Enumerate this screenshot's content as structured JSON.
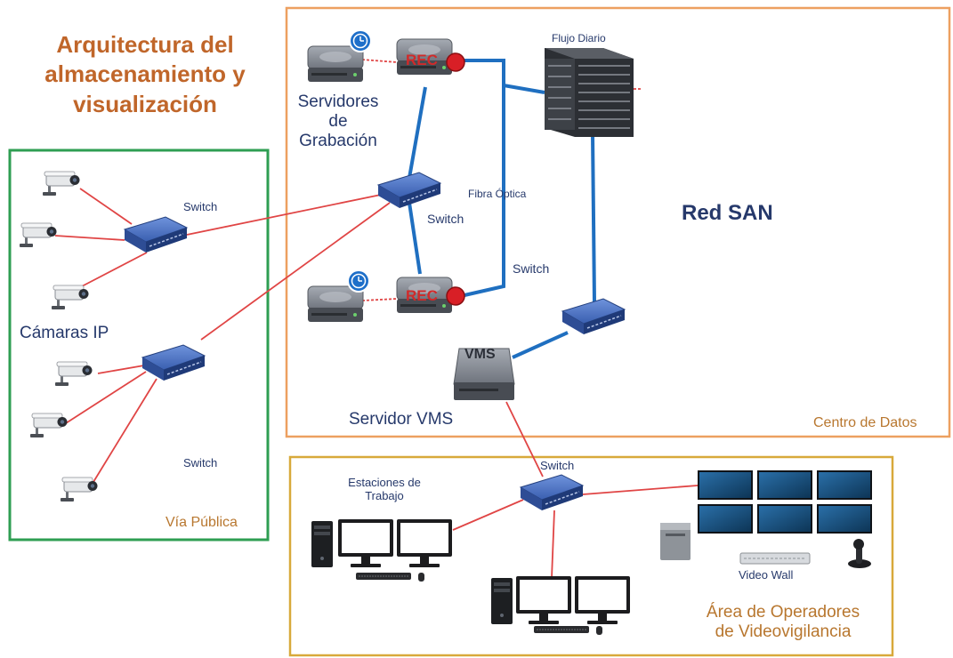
{
  "title": {
    "line1": "Arquitectura del",
    "line2": "almacenamiento y",
    "line3": "visualización"
  },
  "zones": {
    "via_publica": "Vía Pública",
    "centro_datos": "Centro de Datos",
    "area_operadores_line1": "Área de Operadores",
    "area_operadores_line2": "de Videovigilancia"
  },
  "labels": {
    "red_san": "Red SAN",
    "flujo_diario": "Flujo Diario",
    "servidores_line1": "Servidores",
    "servidores_line2": "de",
    "servidores_line3": "Grabación",
    "fibra_optica": "Fibra Óptica",
    "switch_core": "Switch",
    "switch_san": "Switch",
    "switch_street_top": "Switch",
    "switch_street_bottom": "Switch",
    "switch_operators": "Switch",
    "camaras_ip": "Cámaras IP",
    "servidor_vms": "Servidor VMS",
    "estaciones_line1": "Estaciones de",
    "estaciones_line2": "Trabajo",
    "video_wall": "Video Wall",
    "rec_top": "REC",
    "rec_bottom": "REC",
    "vms_device": "VMS"
  },
  "colors": {
    "title": "#c0662a",
    "text_dark": "#26396b",
    "zone_label": "#b8772f",
    "via_publica_border": "#2e9e52",
    "centro_datos_border": "#eda060",
    "operadores_border": "#d8a93a",
    "ethernet_link": "#e04545",
    "fiber_link": "#1f6fc0",
    "switch_body": "#3f64b6",
    "rec_text": "#d12a2a"
  },
  "icons": [
    "ip-camera-icon",
    "network-switch-icon",
    "storage-server-icon",
    "rec-recorder-icon",
    "server-rack-icon",
    "vms-server-icon",
    "workstation-icon",
    "video-wall-icon",
    "joystick-icon",
    "keyboard-icon",
    "clock-icon"
  ]
}
